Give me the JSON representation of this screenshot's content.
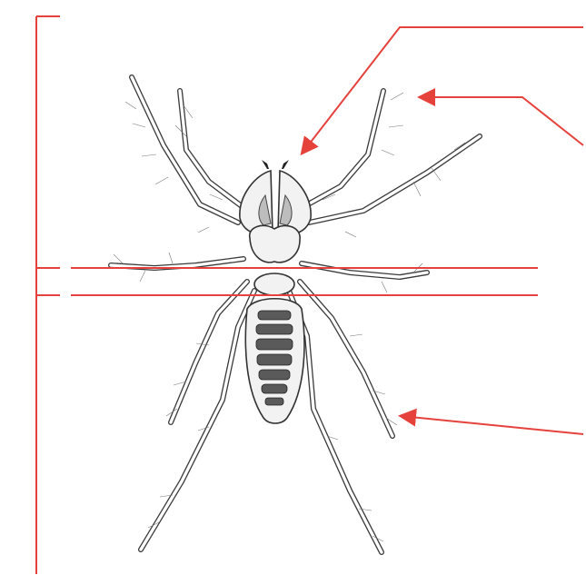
{
  "diagram": {
    "subject": "solifuge",
    "label_color": "#e5423c",
    "line_color": "#3a3a3a",
    "callouts": [
      {
        "target": "chelicerae",
        "label": ""
      },
      {
        "target": "pedipalp",
        "label": ""
      },
      {
        "target": "leg",
        "label": ""
      }
    ],
    "regions": [
      {
        "id": "prosoma",
        "label": ""
      },
      {
        "id": "waist",
        "label": ""
      },
      {
        "id": "opisthosoma",
        "label": ""
      }
    ]
  }
}
